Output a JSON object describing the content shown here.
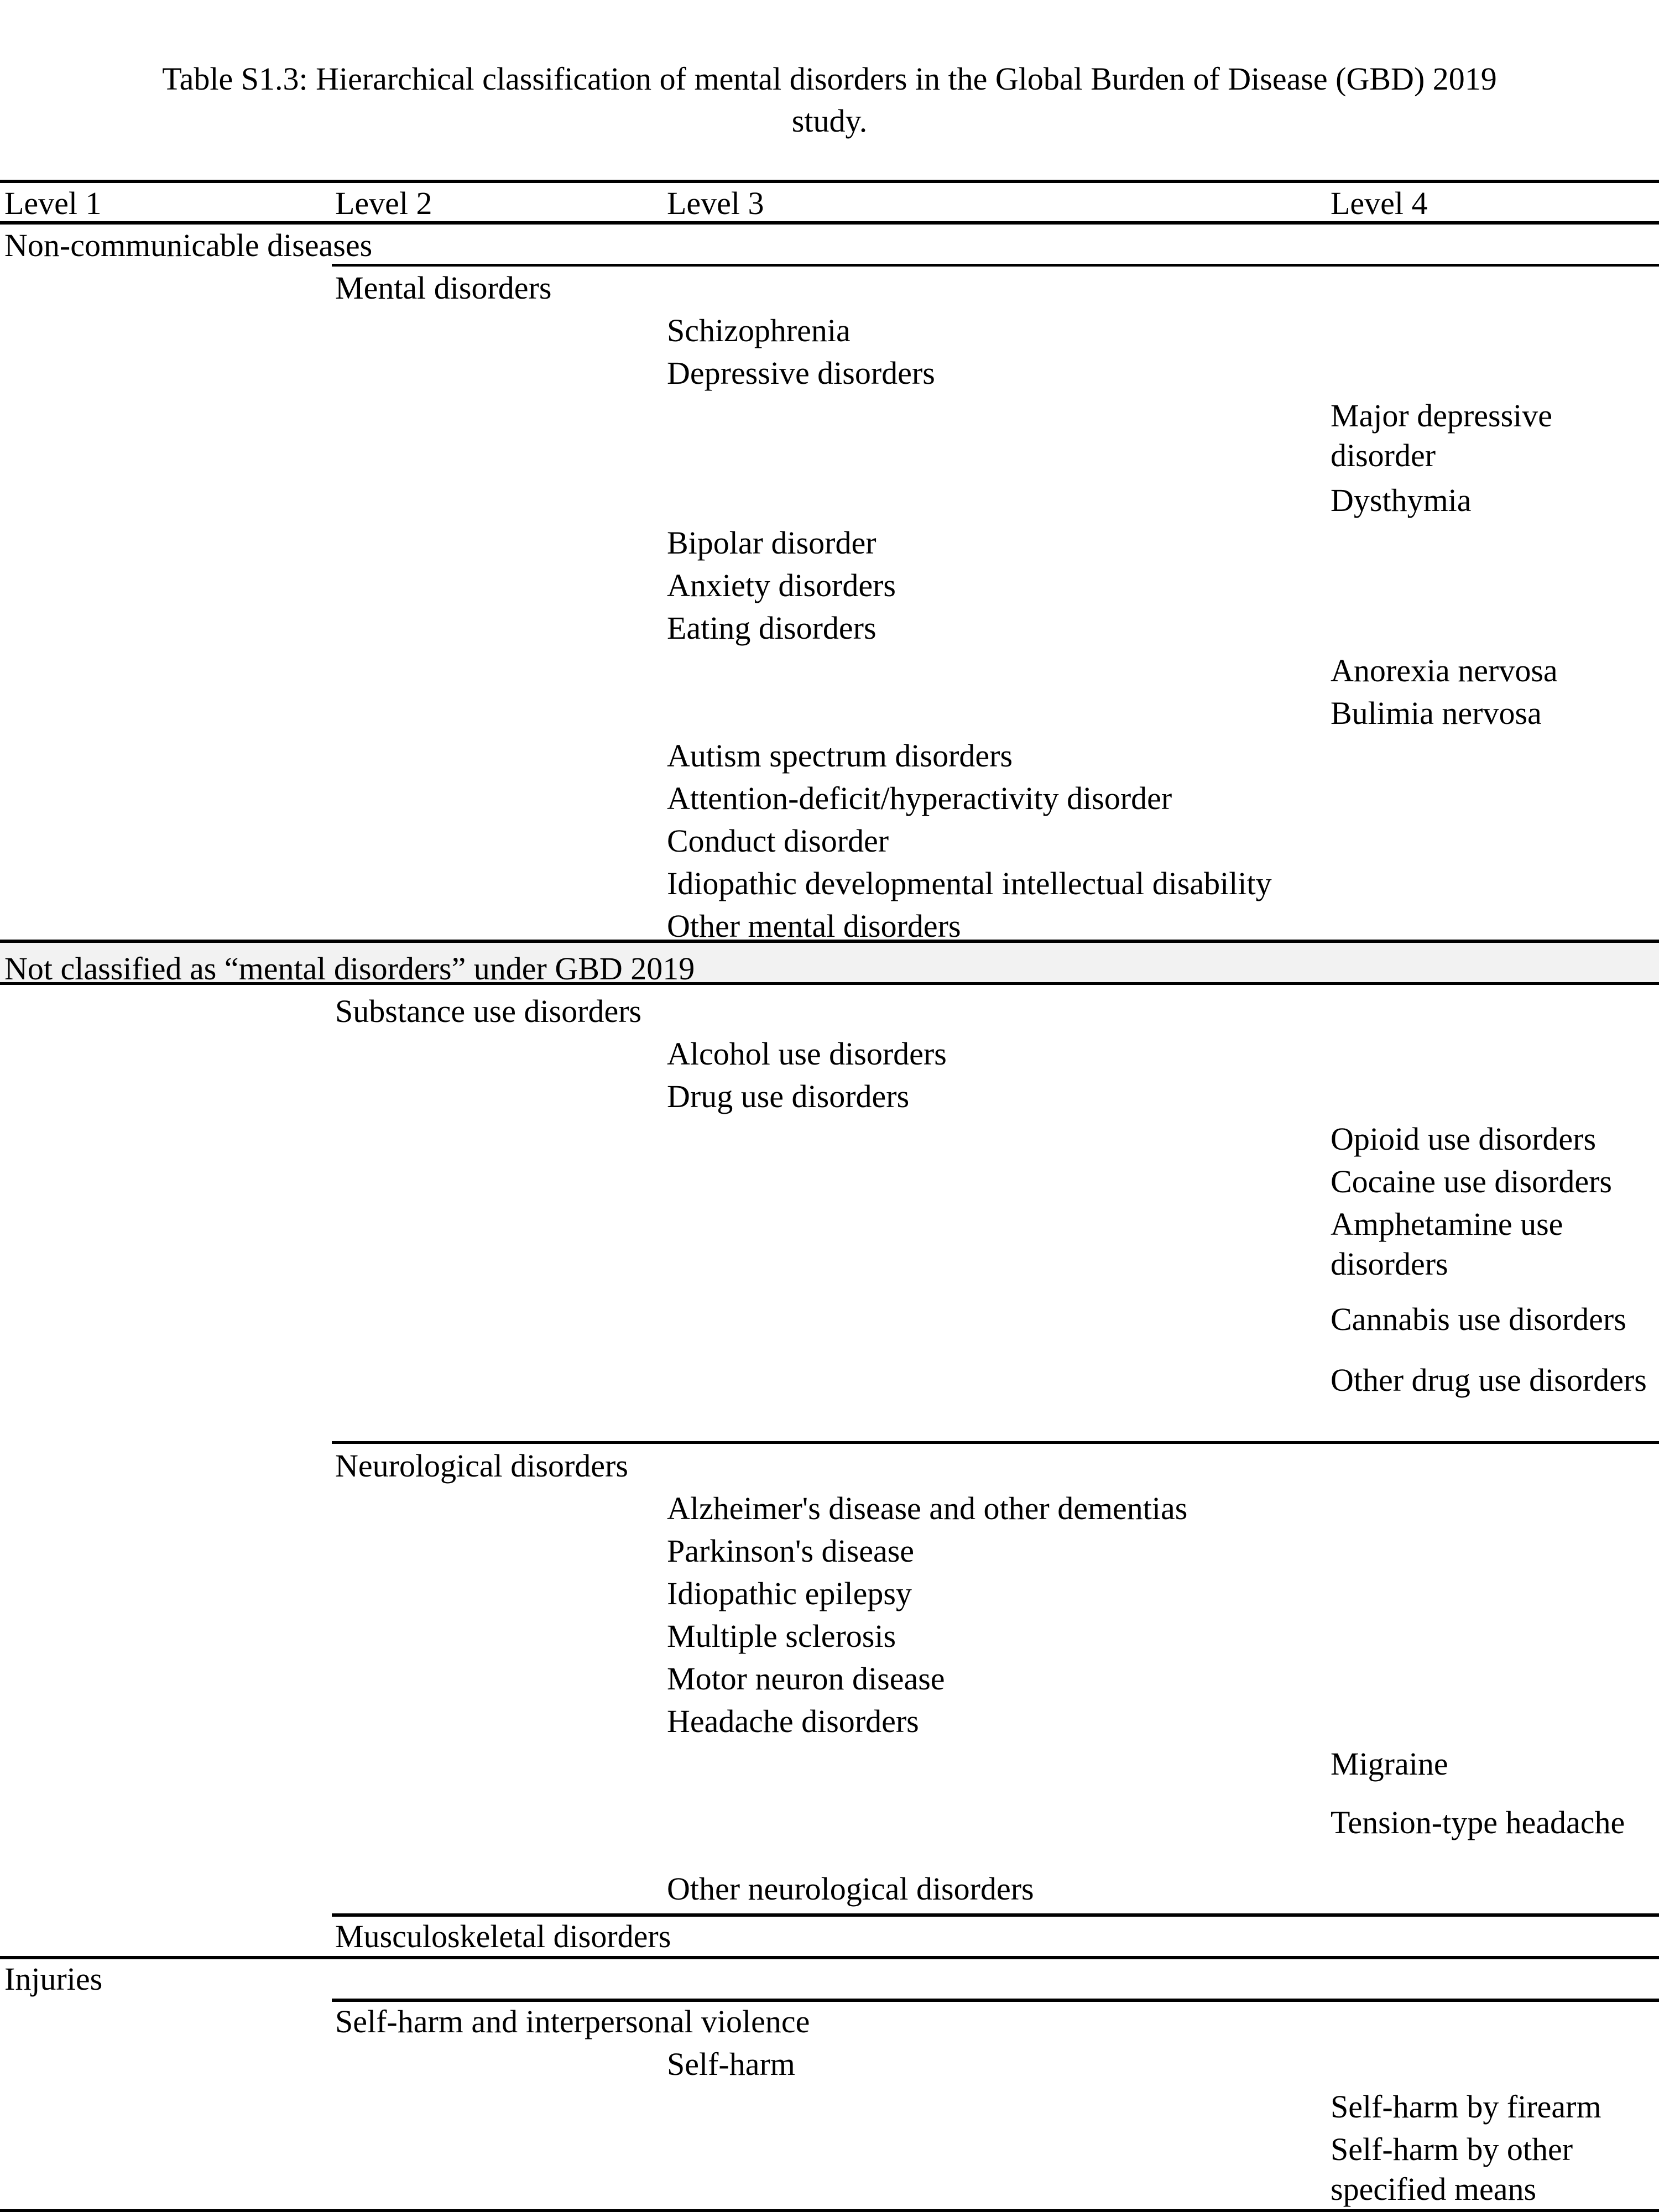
{
  "title": {
    "line1": "Table S1.3: Hierarchical classification of mental disorders in the Global Burden of Disease (GBD) 2019",
    "line2": "study."
  },
  "headers": [
    "Level 1",
    "Level 2",
    "Level 3",
    "Level 4"
  ],
  "rows": [
    {
      "level": 1,
      "text": "Non-communicable diseases"
    },
    {
      "level": 2,
      "text": "Mental disorders"
    },
    {
      "level": 3,
      "text": "Schizophrenia"
    },
    {
      "level": 3,
      "text": "Depressive disorders"
    },
    {
      "level": 4,
      "text": "Major depressive disorder"
    },
    {
      "level": 4,
      "text": "Dysthymia"
    },
    {
      "level": 3,
      "text": "Bipolar disorder"
    },
    {
      "level": 3,
      "text": "Anxiety disorders"
    },
    {
      "level": 3,
      "text": "Eating disorders"
    },
    {
      "level": 4,
      "text": "Anorexia nervosa"
    },
    {
      "level": 4,
      "text": "Bulimia nervosa"
    },
    {
      "level": 3,
      "text": "Autism spectrum disorders"
    },
    {
      "level": 3,
      "text": "Attention-deficit/hyperactivity disorder"
    },
    {
      "level": 3,
      "text": "Conduct disorder"
    },
    {
      "level": 3,
      "text": "Idiopathic developmental intellectual disability"
    },
    {
      "level": 3,
      "text": "Other mental disorders"
    },
    {
      "level": 1,
      "text": "Not classified as “mental disorders” under GBD 2019",
      "shaded": true
    },
    {
      "level": 2,
      "text": "Substance use disorders"
    },
    {
      "level": 3,
      "text": "Alcohol use disorders"
    },
    {
      "level": 3,
      "text": "Drug use disorders"
    },
    {
      "level": 4,
      "text": "Opioid use disorders"
    },
    {
      "level": 4,
      "text": "Cocaine use disorders"
    },
    {
      "level": 4,
      "text": "Amphetamine use disorders"
    },
    {
      "level": 4,
      "text": "Cannabis use disorders"
    },
    {
      "level": 4,
      "text": "Other drug use disorders"
    },
    {
      "level": 2,
      "text": "Neurological disorders"
    },
    {
      "level": 3,
      "text": "Alzheimer's disease and other dementias"
    },
    {
      "level": 3,
      "text": "Parkinson's disease"
    },
    {
      "level": 3,
      "text": "Idiopathic epilepsy"
    },
    {
      "level": 3,
      "text": "Multiple sclerosis"
    },
    {
      "level": 3,
      "text": "Motor neuron disease"
    },
    {
      "level": 3,
      "text": "Headache disorders"
    },
    {
      "level": 4,
      "text": "Migraine"
    },
    {
      "level": 4,
      "text": "Tension-type headache"
    },
    {
      "level": 3,
      "text": "Other neurological disorders"
    },
    {
      "level": 2,
      "text": "Musculoskeletal disorders"
    },
    {
      "level": 1,
      "text": "Injuries"
    },
    {
      "level": 2,
      "text": "Self-harm and interpersonal violence"
    },
    {
      "level": 3,
      "text": "Self-harm"
    },
    {
      "level": 4,
      "text": "Self-harm by firearm"
    },
    {
      "level": 4,
      "text": "Self-harm by other specified means"
    }
  ]
}
